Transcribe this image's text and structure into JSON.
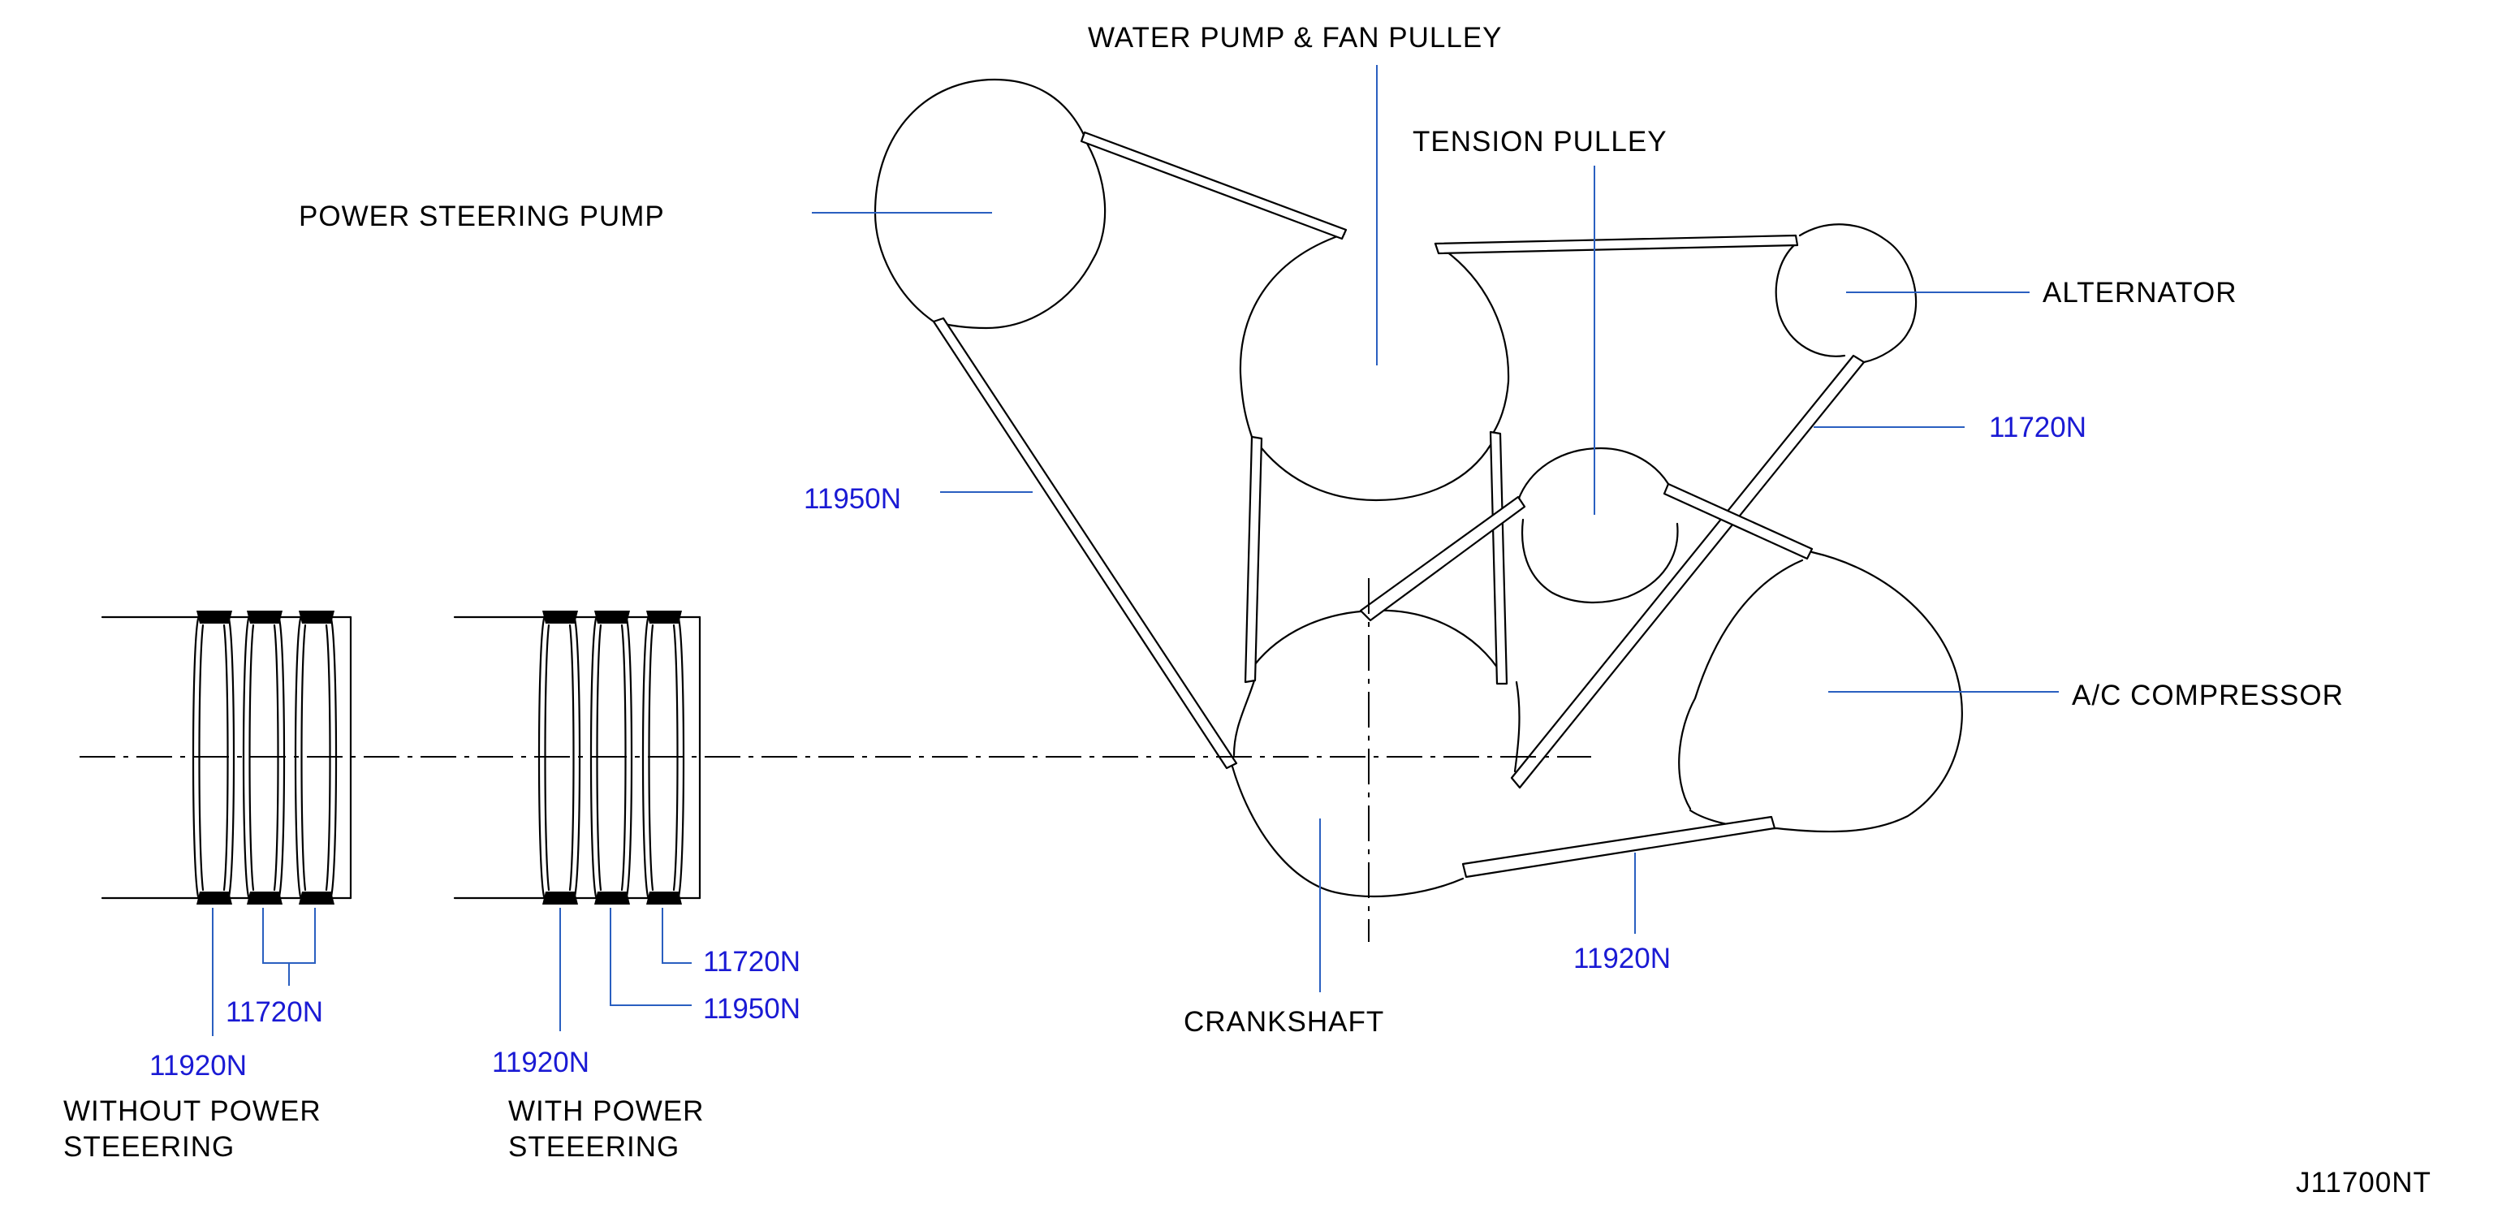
{
  "labels": {
    "water_pump": "WATER  PUMP  &  FAN  PULLEY",
    "tension_pulley": "TENSION  PULLEY",
    "power_steering_pump": "POWER  STEERING  PUMP",
    "alternator": "ALTERNATOR",
    "ac_compressor": "A/C  COMPRESSOR",
    "crankshaft": "CRANKSHAFT",
    "without_ps_line1": "WITHOUT  POWER",
    "without_ps_line2": "STEEERING",
    "with_ps_line1": "WITH  POWER",
    "with_ps_line2": "STEEERING",
    "figure_id": "J11700NT"
  },
  "part_numbers": {
    "belt_alternator": "11720N",
    "belt_power_steering": "11950N",
    "belt_ac": "11920N",
    "without_ps_upper": "11720N",
    "without_ps_lower": "11920N",
    "with_ps_alt": "11720N",
    "with_ps_ps": "11950N",
    "with_ps_ac": "11920N"
  },
  "colors": {
    "label_text": "#000000",
    "part_number_text": "#1a1ad4",
    "leader_line": "#2a5fc0"
  }
}
